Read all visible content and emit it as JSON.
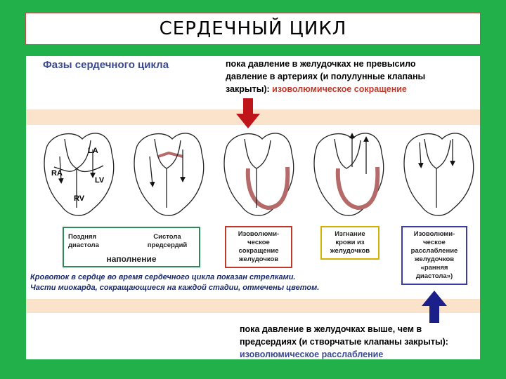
{
  "slide_title": "СЕРДЕЧНЫЙ ЦИКЛ",
  "phases_title": "Фазы сердечного цикла",
  "top_note": {
    "line1": "пока давление в желудочках не превысило",
    "line2": "давление в артериях (и полулунные клапаны",
    "line3_prefix": "закрыты): ",
    "line3_highlight": "изоволюмическое сокращение"
  },
  "heart_labels": {
    "la": "LA",
    "ra": "RA",
    "lv": "LV",
    "rv": "RV"
  },
  "phase_boxes": {
    "late_diastole": "Поздняя диастола",
    "atrial_systole": "Систола предсердий",
    "filling": "наполнение",
    "isovolumic_contraction": "Изоволюми-ческое сокращение желудочков",
    "ejection": "Изгнание крови из желудочков",
    "isovolumic_relaxation": "Изоволюми-ческое расслабление желудочков «ранняя диастола»)"
  },
  "caption": {
    "line1": "Кровоток в сердце во время сердечного цикла показан стрелками.",
    "line2": "Части миокарда, сокращающиеся на каждой стадии, отмечены цветом."
  },
  "bottom_note": {
    "line1": "пока давление в желудочках выше, чем в",
    "line2": "предсердиях (и створчатые клапаны закрыты):",
    "line3": "изоволюмическое расслабление"
  },
  "colors": {
    "background": "#22b04b",
    "band": "#fbe3cb",
    "down_arrow": "#c0141b",
    "up_arrow": "#1b1f8a",
    "myocardium_highlight": "#b56a6a",
    "box_filling": "#2e8b57",
    "box_contraction": "#c0392b",
    "box_ejection": "#d4b000",
    "box_relaxation": "#3b3ea0"
  }
}
